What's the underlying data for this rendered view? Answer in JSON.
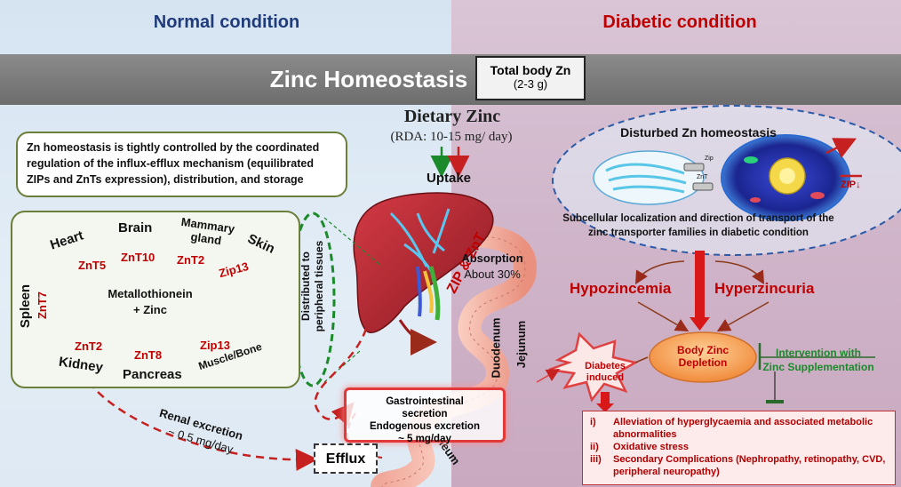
{
  "headers": {
    "normal": "Normal condition",
    "diabetic": "Diabetic condition"
  },
  "band": {
    "title": "Zinc Homeostasis",
    "total_label": "Total body Zn",
    "total_value": "(2-3 g)"
  },
  "dietary": {
    "title": "Dietary Zinc",
    "rda": "(RDA: 10-15 mg/ day)",
    "uptake": "Uptake"
  },
  "intro_text": "Zn homeostasis is tightly controlled by the coordinated regulation of the influx-efflux mechanism (equilibrated ZIPs and ZnTs expression), distribution, and storage",
  "center": {
    "line1": "Metallothionein",
    "line2": "+ Zinc"
  },
  "organs": [
    {
      "id": "heart",
      "name": "Heart",
      "transporter": "ZnT5"
    },
    {
      "id": "brain",
      "name": "Brain",
      "transporter": "ZnT10"
    },
    {
      "id": "mammary",
      "name": "Mammary\ngland",
      "transporter": "ZnT2"
    },
    {
      "id": "skin",
      "name": "Skin",
      "transporter": "Zip13"
    },
    {
      "id": "spleen",
      "name": "Spleen",
      "transporter": "ZnT7"
    },
    {
      "id": "kidney",
      "name": "Kidney",
      "transporter": "ZnT2"
    },
    {
      "id": "pancreas",
      "name": "Pancreas",
      "transporter": "ZnT8"
    },
    {
      "id": "muscle",
      "name": "Muscle/Bone",
      "transporter": "Zip13"
    }
  ],
  "distributed": "Distributed to peripheral tissues",
  "absorption": {
    "title": "Absorption",
    "value": "About 30%"
  },
  "zip_znt": "ZIP & ZnT",
  "gut": {
    "duodenum": "Duodenum",
    "jejunum": "Jejunum",
    "ileum": "Ileum"
  },
  "gi": {
    "line1": "Gastrointestinal",
    "line2": "secretion",
    "line3": "Endogenous excretion",
    "line4": "~ 5 mg/day"
  },
  "renal": {
    "line1": "Renal excretion",
    "line2": "~ 0.5 mg/day"
  },
  "efflux": "Efflux",
  "diabetic": {
    "disturbed": "Disturbed Zn homeostasis",
    "zip_label": "Zip",
    "znt_label": "ZnT",
    "zip_down": "ZIP↓",
    "subcell": "Subcellular localization and direction of transport of the zinc transporter families in diabetic condition",
    "hypozincemia": "Hypozincemia",
    "hyperzincuria": "Hyperzincuria",
    "depletion_line1": "Body Zinc",
    "depletion_line2": "Depletion",
    "intervention_line1": "Intervention with",
    "intervention_line2": "Zinc Supplementation",
    "induced_line1": "Diabetes",
    "induced_line2": "induced"
  },
  "outcomes": [
    {
      "num": "i)",
      "text": "Alleviation of hyperglycaemia and associated metabolic abnormalities"
    },
    {
      "num": "ii)",
      "text": "Oxidative stress"
    },
    {
      "num": "iii)",
      "text": "Secondary Complications (Nephropathy, retinopathy, CVD, peripheral neuropathy)"
    }
  ],
  "colors": {
    "red_accent": "#c00000",
    "green_accent": "#1a8a2a",
    "normal_title": "#1f3b7a",
    "diabetic_title": "#c00000"
  }
}
